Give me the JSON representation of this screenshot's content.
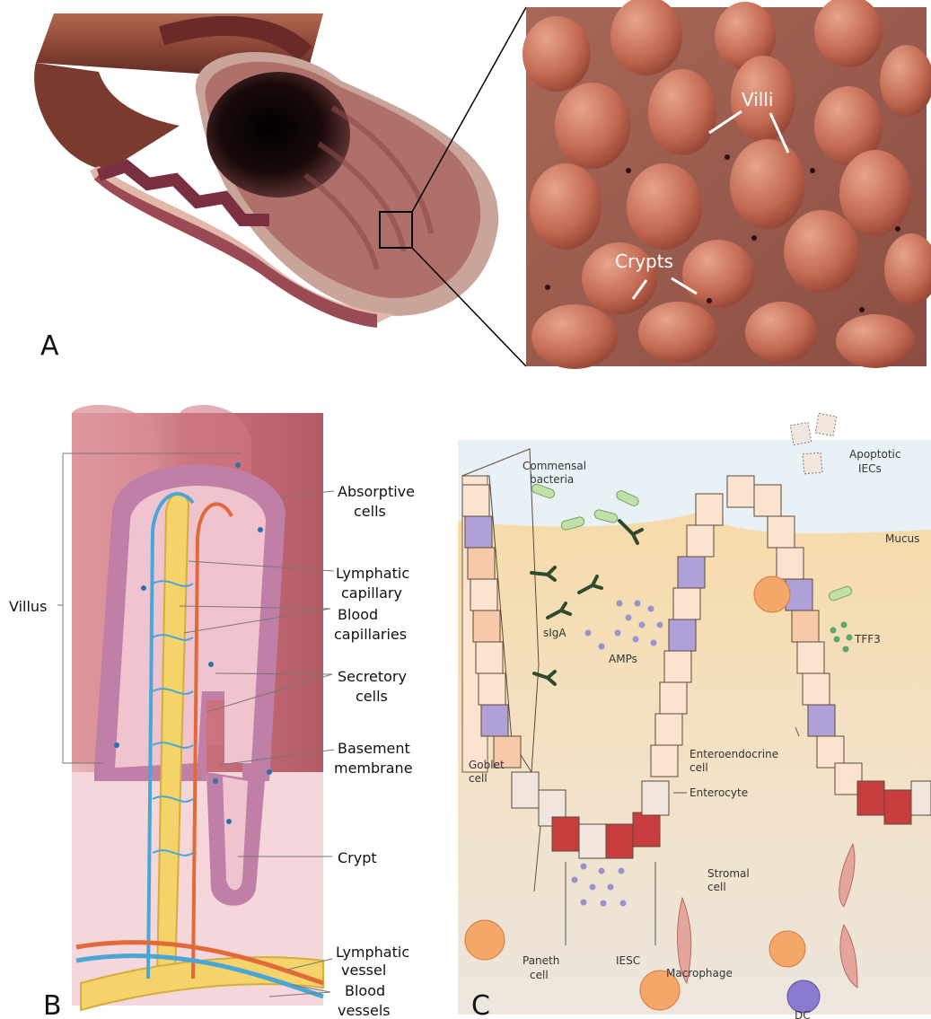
{
  "panel_a": {
    "letter": "A",
    "labels": {
      "villi": "Villi",
      "crypts": "Crypts"
    }
  },
  "panel_b": {
    "letter": "B",
    "labels": {
      "villus": "Villus",
      "absorptive_1": "Absorptive",
      "absorptive_2": "cells",
      "lymphatic_capillary_1": "Lymphatic",
      "lymphatic_capillary_2": "capillary",
      "blood_capillaries_1": "Blood",
      "blood_capillaries_2": "capillaries",
      "secretory_1": "Secretory",
      "secretory_2": "cells",
      "basement_1": "Basement",
      "basement_2": "membrane",
      "crypt": "Crypt",
      "lymphatic_vessel_1": "Lymphatic",
      "lymphatic_vessel_2": "vessel",
      "blood_vessels_1": "Blood",
      "blood_vessels_2": "vessels"
    }
  },
  "panel_c": {
    "letter": "C",
    "labels": {
      "commensal_1": "Commensal",
      "commensal_2": "bacteria",
      "apoptotic_1": "Apoptotic",
      "apoptotic_2": "IECs",
      "mucus": "Mucus",
      "siga": "sIgA",
      "amps": "AMPs",
      "tff3": "TFF3",
      "goblet_1": "Goblet",
      "goblet_2": "cell",
      "enteroendocrine_1": "Enteroendocrine",
      "enteroendocrine_2": "cell",
      "enterocyte": "Enterocyte",
      "stromal_1": "Stromal",
      "stromal_2": "cell",
      "paneth_1": "Paneth",
      "paneth_2": "cell",
      "iesc": "IESC",
      "macrophage": "Macrophage",
      "dc": "DC"
    }
  }
}
